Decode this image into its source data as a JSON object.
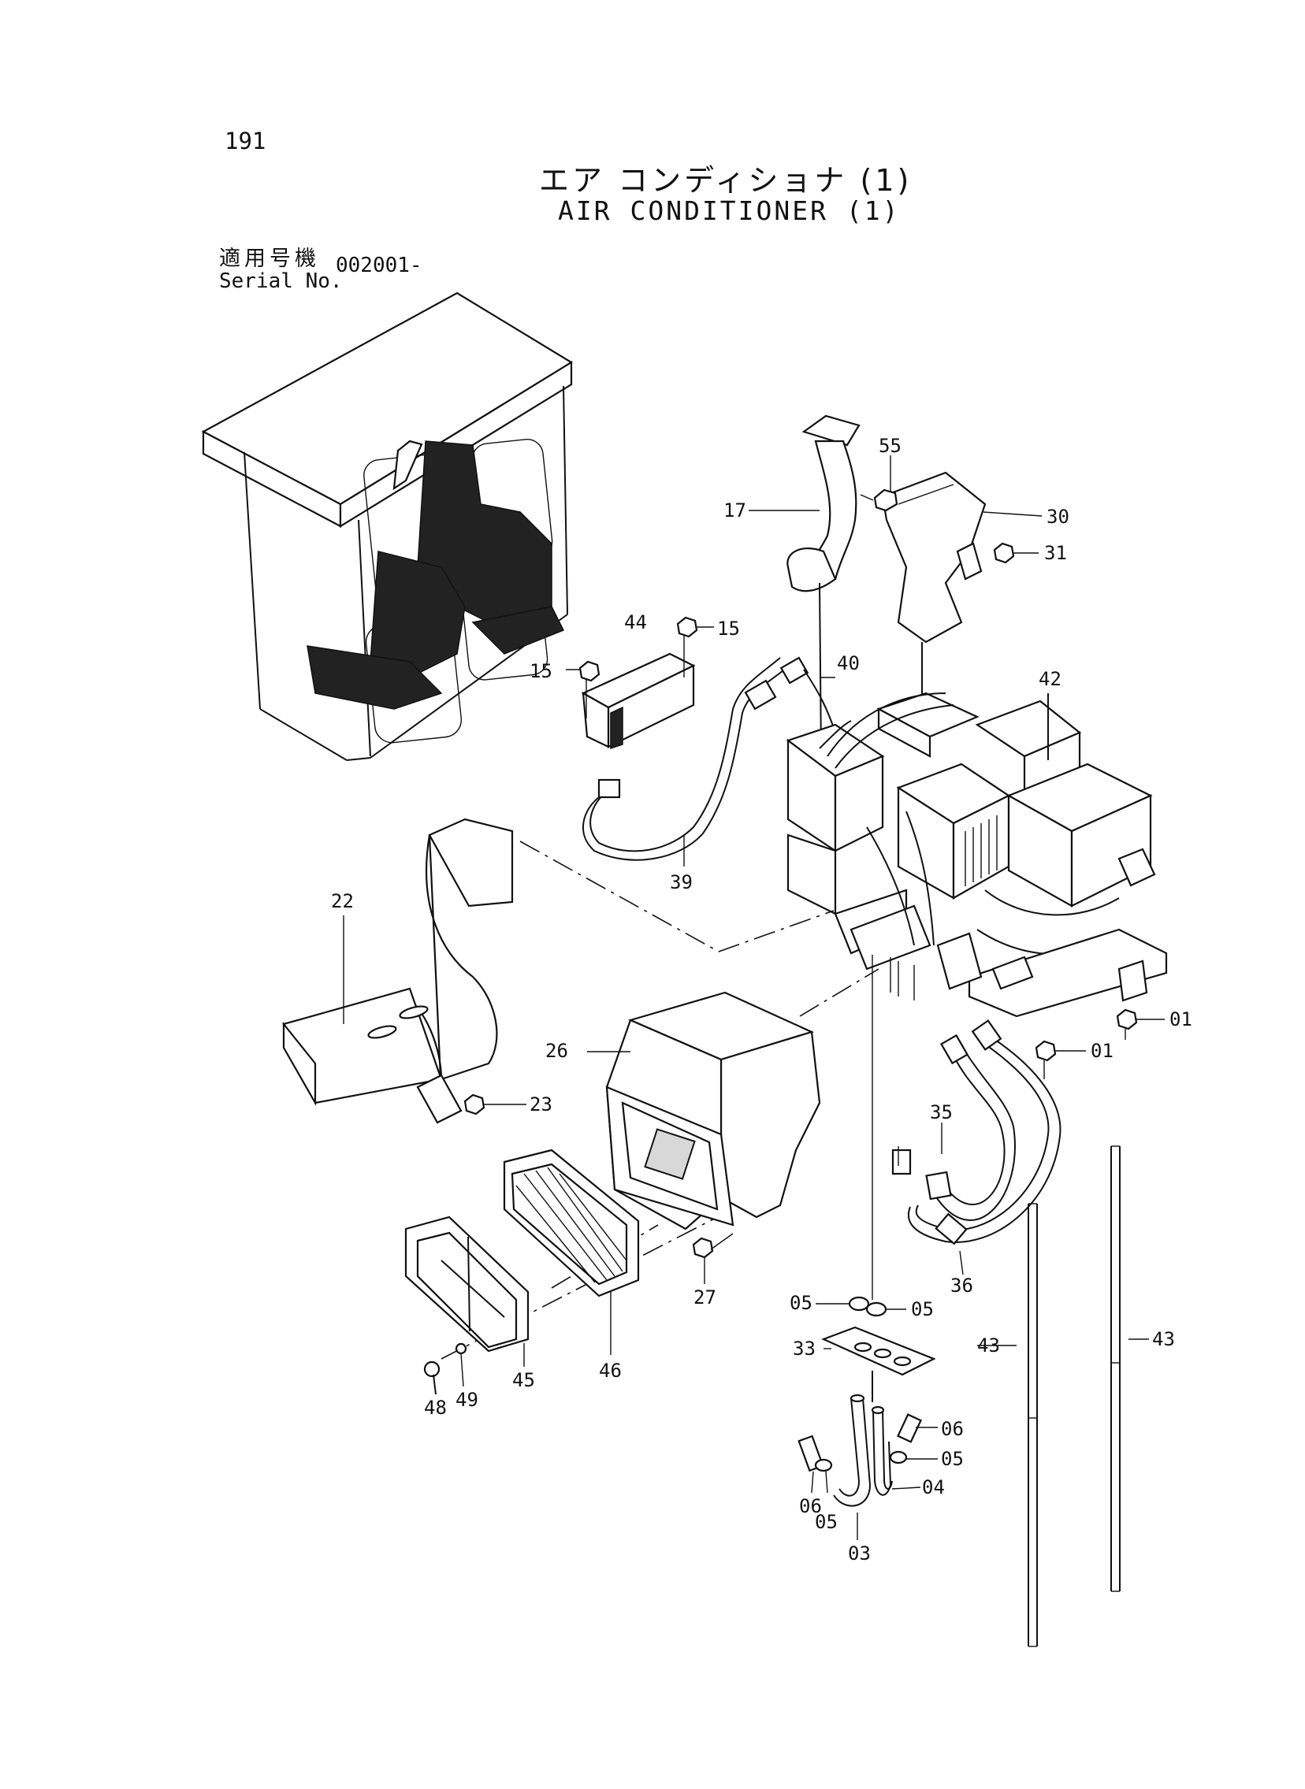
{
  "header": {
    "page_number": "191",
    "title_ja": "エア コンディショナ (1)",
    "title_en": "AIR CONDITIONER (1)",
    "serial_label_ja": "適用号機",
    "serial_label_en": "Serial No.",
    "serial_value": "002001-"
  },
  "callouts": {
    "c55": "55",
    "c17": "17",
    "c30": "30",
    "c31": "31",
    "c44": "44",
    "c15a": "15",
    "c15b": "15",
    "c40": "40",
    "c42": "42",
    "c39": "39",
    "c22": "22",
    "c26": "26",
    "c23": "23",
    "c01a": "01",
    "c01b": "01",
    "c35": "35",
    "c36": "36",
    "c27": "27",
    "c46": "46",
    "c45": "45",
    "c48": "48",
    "c49": "49",
    "c05a": "05",
    "c05b": "05",
    "c33": "33",
    "c43a": "43",
    "c43b": "43",
    "c06a": "06",
    "c06b": "06",
    "c05c": "05",
    "c05d": "05",
    "c04": "04",
    "c03": "03"
  }
}
